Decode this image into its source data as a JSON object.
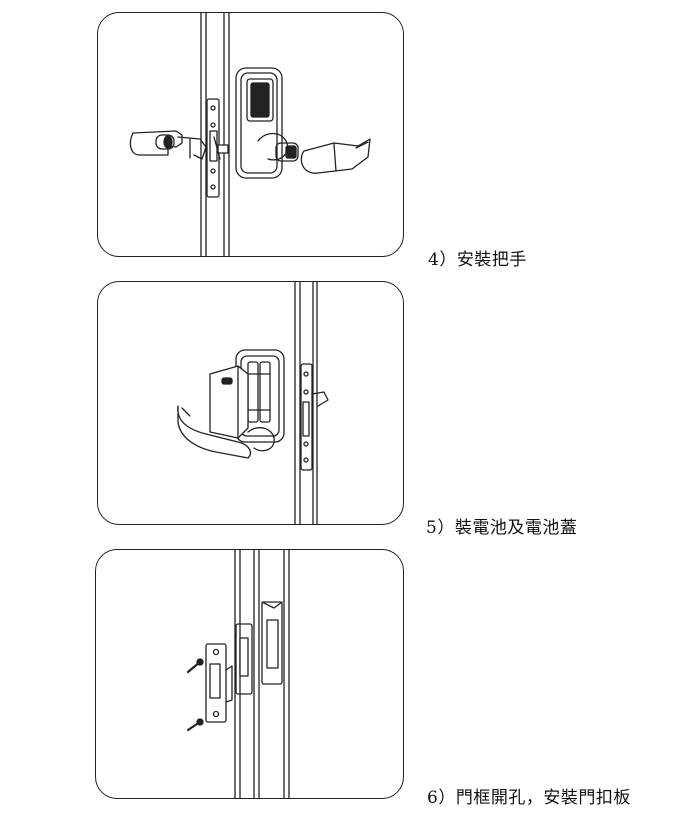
{
  "steps": [
    {
      "caption": "4）安裝把手"
    },
    {
      "caption": "5）裝電池及電池蓋"
    },
    {
      "caption": "6）門框開孔，安裝門扣板"
    }
  ]
}
